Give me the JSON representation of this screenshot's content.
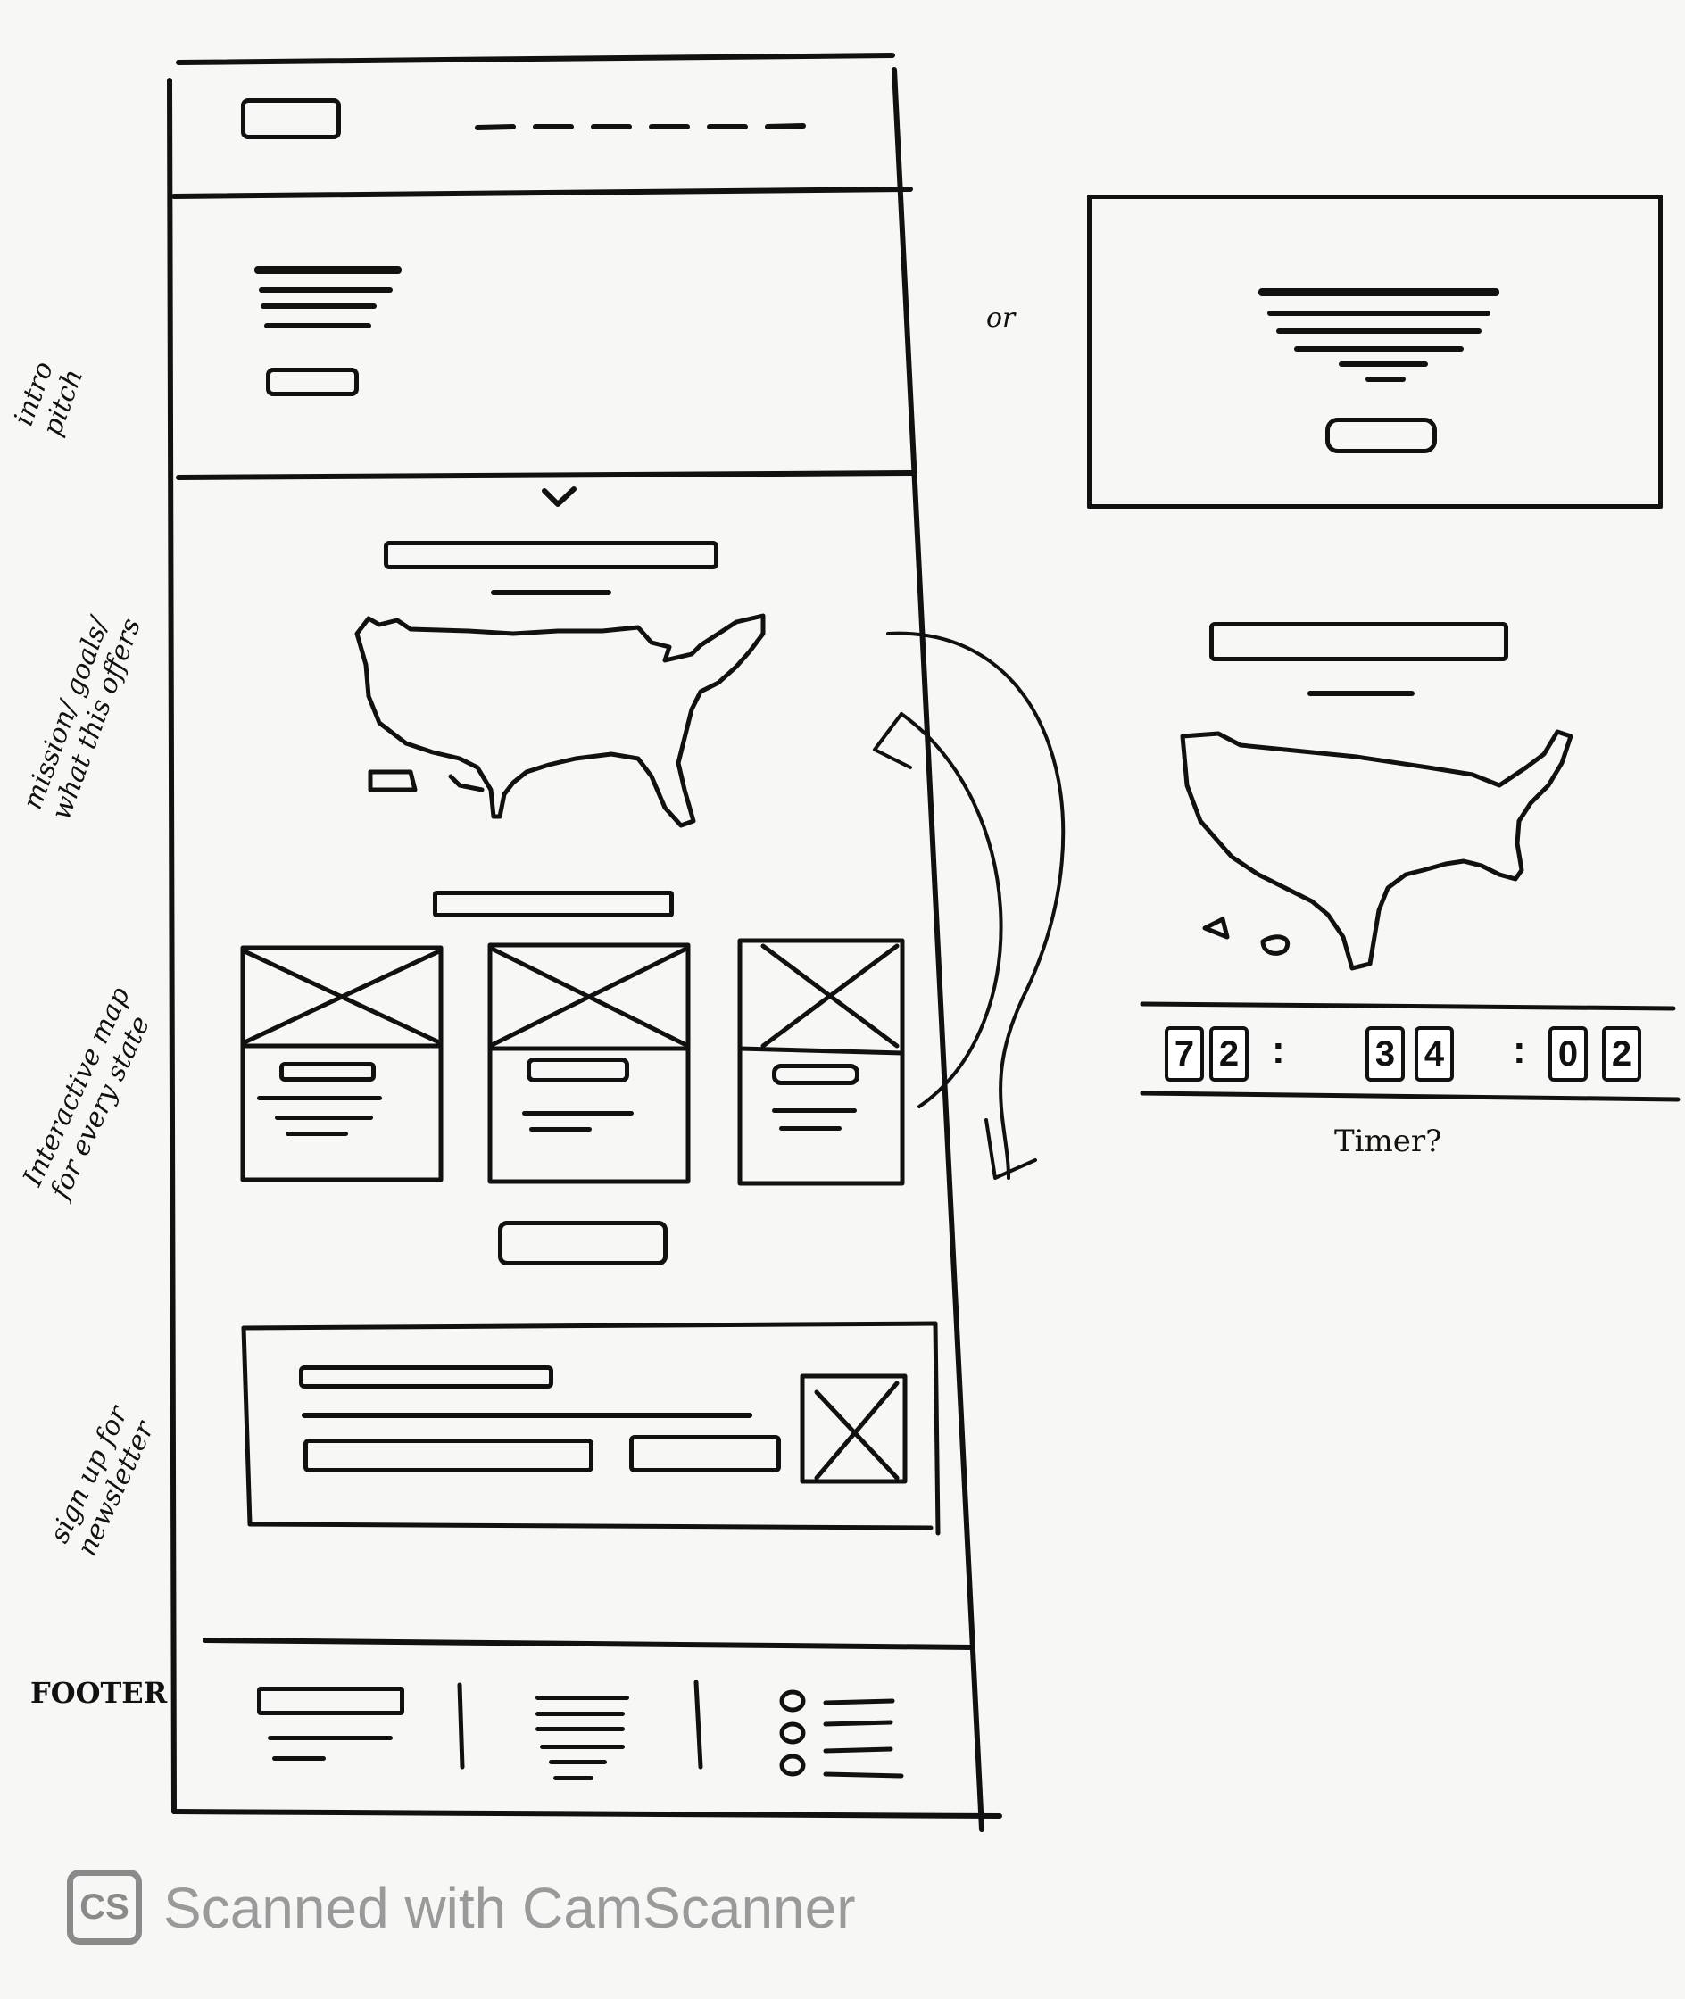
{
  "annotations": {
    "intro": "intro pitch",
    "mission": "mission/ goals/ what this offers",
    "interactive": "Interactive map for every state",
    "signup": "sign up for newsletter",
    "footer": "FOOTER",
    "or": "or",
    "timer": "Timer?"
  },
  "timer": {
    "digits": [
      "7",
      "2",
      "3",
      "4",
      "0",
      "2"
    ],
    "separator": ":"
  },
  "watermark": {
    "logo": "CS",
    "text": "Scanned with CamScanner"
  }
}
